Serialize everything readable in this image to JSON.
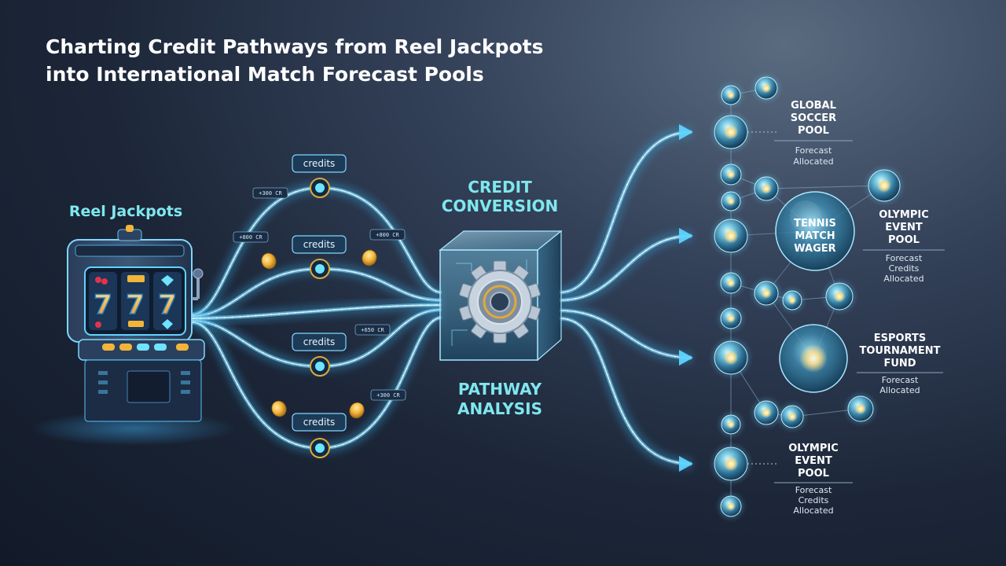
{
  "title": {
    "line1": "Charting Credit Pathways from Reel Jackpots",
    "line2": "into International Match Forecast Pools"
  },
  "source": {
    "label": "Reel Jackpots",
    "reels": [
      "7",
      "7",
      "7"
    ]
  },
  "chips": [
    "credits",
    "credits",
    "credits",
    "credits"
  ],
  "amount_tags": [
    "+300 CR",
    "+800 CR",
    "+800 CR",
    "+650 CR",
    "+300 CR"
  ],
  "center": {
    "top_line1": "CREDIT",
    "top_line2": "CONVERSION",
    "bottom_line1": "PATHWAY",
    "bottom_line2": "ANALYSIS"
  },
  "pools": [
    {
      "title_lines": [
        "GLOBAL",
        "SOCCER",
        "POOL"
      ],
      "sub_lines": [
        "Forecast",
        "Allocated"
      ]
    },
    {
      "title_lines": [
        "TENNIS",
        "MATCH",
        "WAGER"
      ],
      "sub_lines": []
    },
    {
      "title_lines": [
        "OLYMPIC",
        "EVENT",
        "POOL"
      ],
      "sub_lines": [
        "Forecast",
        "Credits",
        "Allocated"
      ]
    },
    {
      "title_lines": [
        "ESPORTS",
        "TOURNAMENT",
        "FUND"
      ],
      "sub_lines": [
        "Forecast",
        "Allocated"
      ]
    },
    {
      "title_lines": [
        "OLYMPIC",
        "EVENT",
        "POOL"
      ],
      "sub_lines": [
        "Forecast",
        "Credits",
        "Allocated"
      ]
    }
  ],
  "colors": {
    "accent": "#7fe7ee",
    "stream": "#5fd3ff",
    "gold": "#f2b53a",
    "node": "#6cc6e6"
  },
  "icons": {
    "conversion": "gear-icon",
    "source": "slot-machine-icon",
    "pool": "orb-icon",
    "coin": "coin-icon"
  }
}
